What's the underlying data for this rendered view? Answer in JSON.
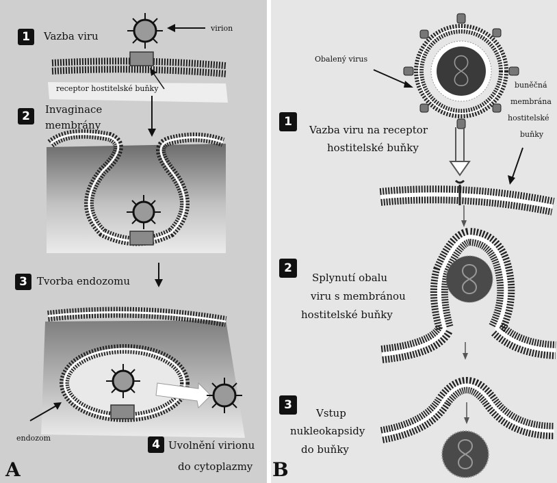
{
  "panel_a": {
    "letter": "A",
    "steps": [
      {
        "number": "1",
        "label": "Vazba viru"
      },
      {
        "number": "2",
        "label_line1": "Invaginace",
        "label_line2": "membrány"
      },
      {
        "number": "3",
        "label": "Tvorba endozomu"
      },
      {
        "number": "4",
        "label_line1": "Uvolnění virionu",
        "label_line2": "do cytoplazmy"
      }
    ],
    "labels": {
      "virion": "virion",
      "receptor": "receptor hostitelské buňky",
      "endozom": "endozom"
    }
  },
  "panel_b": {
    "letter": "B",
    "steps": [
      {
        "number": "1",
        "label_line1": "Vazba viru na receptor",
        "label_line2": "hostitelské buňky"
      },
      {
        "number": "2",
        "label_line1": "Splynutí obalu",
        "label_line2": "viru s membránou",
        "label_line3": "hostitelské buňky"
      },
      {
        "number": "3",
        "label_line1": "Vstup",
        "label_line2": "nukleokapsidy",
        "label_line3": "do buňky"
      }
    ],
    "labels": {
      "enveloped_virus": "Obalený virus",
      "cell_membrane_line1": "buněčná",
      "cell_membrane_line2": "membrána",
      "cell_membrane_line3": "hostitelské",
      "cell_membrane_line4": "buňky"
    }
  }
}
